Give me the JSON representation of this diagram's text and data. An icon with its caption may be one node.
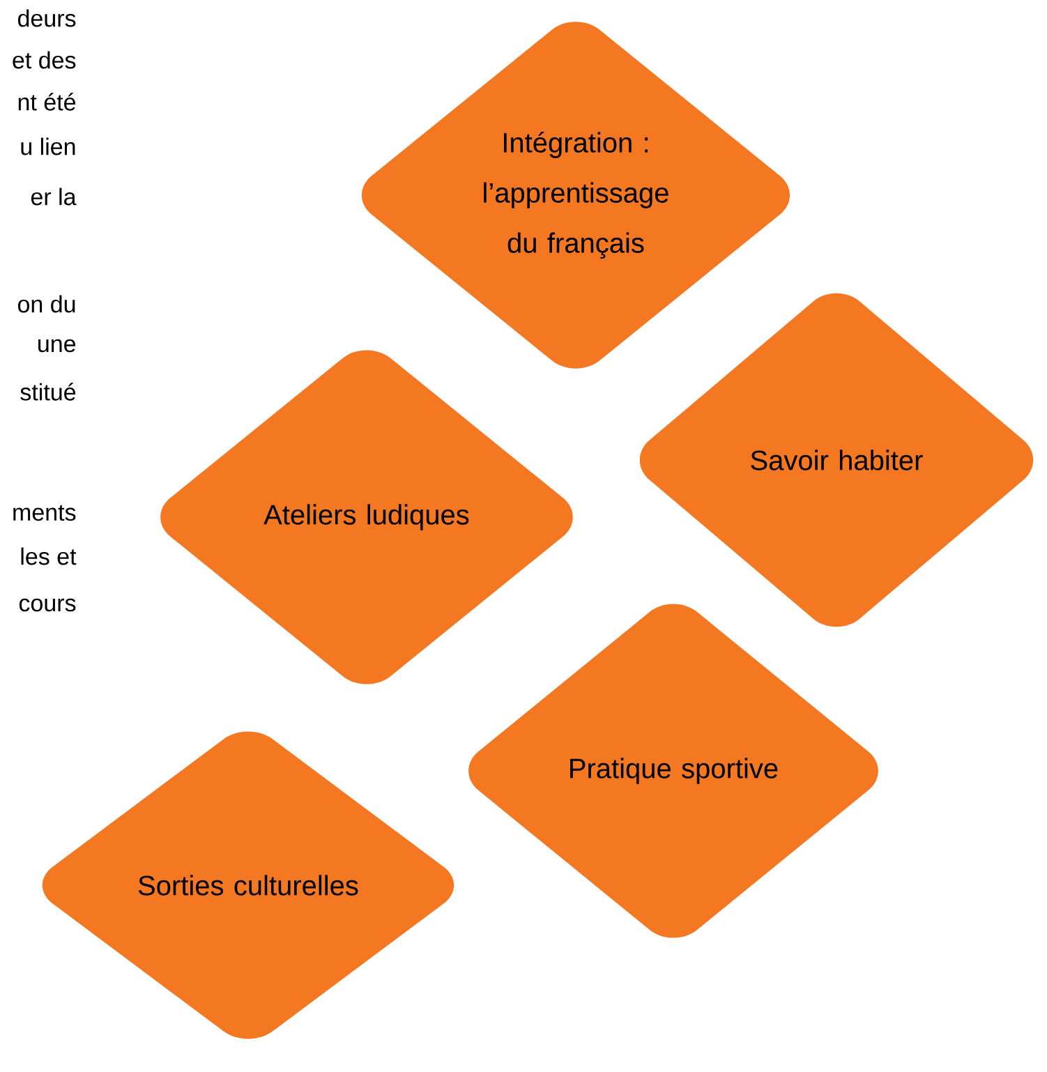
{
  "diagram": {
    "nodes": [
      {
        "text": [
          "Intégration : l’apprentissage du français"
        ]
      },
      {
        "text": [
          "Savoir habiter"
        ]
      },
      {
        "text": [
          "Ateliers ludiques"
        ]
      },
      {
        "text": [
          "Pratique sportive"
        ]
      },
      {
        "text": [
          "Sorties culturelles"
        ]
      }
    ],
    "labels": [
      "deurs",
      "et des",
      "nt été",
      "u lien",
      "er la",
      "on du",
      "une",
      "stitué",
      "ments",
      "les et",
      "cours"
    ]
  }
}
